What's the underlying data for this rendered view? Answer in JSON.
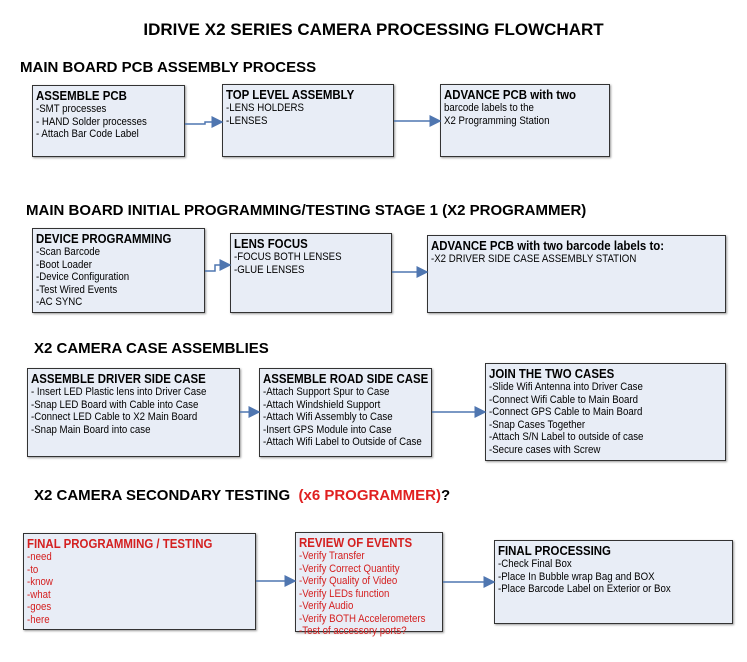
{
  "title": "IDRIVE X2  SERIES CAMERA PROCESSING FLOWCHART",
  "colors": {
    "box_fill": "#e8edf6",
    "arrow": "#4f76b0",
    "highlight": "#d42020"
  },
  "sections": [
    {
      "heading": "MAIN BOARD PCB ASSEMBLY PROCESS",
      "boxes": [
        {
          "title": "ASSEMBLE PCB",
          "items": [
            " -SMT processes",
            "- HAND Solder processes",
            "- Attach Bar Code Label"
          ]
        },
        {
          "title": "TOP LEVEL ASSEMBLY",
          "items": [
            "-LENS HOLDERS",
            "-LENSES"
          ]
        },
        {
          "title": "ADVANCE PCB with two",
          "items": [
            "barcode labels to the",
            " X2 Programming Station"
          ]
        }
      ]
    },
    {
      "heading": "MAIN BOARD INITIAL PROGRAMMING/TESTING STAGE 1 (X2 PROGRAMMER)",
      "boxes": [
        {
          "title": "DEVICE PROGRAMMING",
          "items": [
            "-Scan Barcode",
            "-Boot Loader",
            "-Device Configuration",
            "-Test Wired Events",
            "-AC SYNC"
          ]
        },
        {
          "title": "LENS FOCUS",
          "items": [
            "-FOCUS BOTH LENSES",
            "-GLUE LENSES"
          ]
        },
        {
          "title": "ADVANCE PCB with two barcode labels to:",
          "items": [
            "-X2 DRIVER  SIDE  CASE  ASSEMBLY STATION"
          ]
        }
      ]
    },
    {
      "heading": "X2 CAMERA CASE ASSEMBLIES",
      "boxes": [
        {
          "title": "ASSEMBLE DRIVER SIDE CASE",
          "items": [
            "- Insert LED Plastic lens into Driver Case",
            "-Snap LED Board with Cable into Case",
            "-Connect LED Cable to X2 Main Board",
            "-Snap Main Board into case"
          ]
        },
        {
          "title": "ASSEMBLE ROAD SIDE CASE",
          "items": [
            "-Attach Support Spur to Case",
            "-Attach Windshield Support",
            "-Attach Wifi Assembly to Case",
            "-Insert GPS Module into Case",
            "-Attach Wifi Label to Outside of Case"
          ]
        },
        {
          "title": "JOIN THE TWO CASES",
          "items": [
            "-Slide Wifi Antenna into Driver Case",
            "-Connect Wifi Cable to Main Board",
            "-Connect GPS Cable to Main Board",
            "-Snap Cases Together",
            "-Attach S/N Label to outside of case",
            "-Secure cases with Screw"
          ]
        }
      ]
    },
    {
      "heading": "X2 CAMERA SECONDARY TESTING",
      "heading_red": "(x6 PROGRAMMER)",
      "heading_suffix": "?",
      "boxes": [
        {
          "title": "FINAL PROGRAMMING / TESTING",
          "items": [
            "-need",
            "-to",
            "-know",
            "-what",
            "-goes",
            "-here"
          ]
        },
        {
          "title": "REVIEW OF EVENTS",
          "items": [
            "-Verify Transfer",
            "-Verify Correct Quantity",
            "-Verify Quality of Video",
            "-Verify LEDs function",
            "-Verify Audio",
            "-Verify BOTH Accelerometers",
            "-Test of accessory ports?"
          ]
        },
        {
          "title": "FINAL PROCESSING",
          "items": [
            " -Check Final Box",
            "-Place In Bubble wrap Bag and BOX",
            "-Place Barcode Label on Exterior or Box"
          ]
        }
      ]
    }
  ]
}
